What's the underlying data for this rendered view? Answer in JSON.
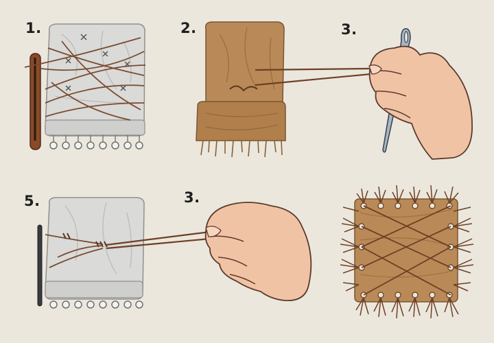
{
  "steps": [
    {
      "label": "1."
    },
    {
      "label": "2."
    },
    {
      "label": "3."
    },
    {
      "label": "5."
    },
    {
      "label": "3."
    }
  ],
  "colors": {
    "background": "#ebe7dd",
    "grey_fabric": "#d9d9d7",
    "burlap": "#b88a58",
    "thread": "#7a4a30",
    "skin": "#f1c2a4",
    "needle": "#9aa7b5"
  }
}
